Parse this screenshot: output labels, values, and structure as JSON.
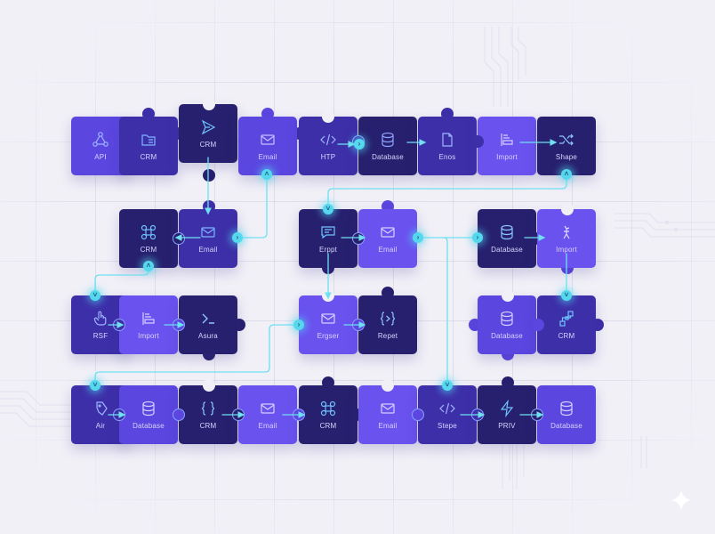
{
  "diagram": {
    "title": "",
    "colors": {
      "background": "#f1f0f7",
      "piece_violet": "#5b46e0",
      "piece_indigo": "#3d2fa8",
      "piece_navy": "#27206e",
      "piece_bright": "#6a52ef",
      "wire_cyan": "#55d8ee",
      "label_text": "#d8d4ff"
    },
    "rows": [
      {
        "name": "row-1",
        "pieces": [
          {
            "label": "API",
            "icon": "share-nodes-icon"
          },
          {
            "label": "CRM",
            "icon": "folder-doc-icon"
          },
          {
            "label": "CRM",
            "icon": "send-icon"
          },
          {
            "label": "Email",
            "icon": "mail-icon"
          },
          {
            "label": "HTP",
            "icon": "code-icon"
          },
          {
            "label": "Database",
            "icon": "database-icon"
          },
          {
            "label": "Enos",
            "icon": "document-icon"
          },
          {
            "label": "Import",
            "icon": "list-icon"
          },
          {
            "label": "Shape",
            "icon": "shuffle-icon"
          }
        ]
      },
      {
        "name": "row-2",
        "pieces": [
          {
            "label": "CRM",
            "icon": "command-icon"
          },
          {
            "label": "Email",
            "icon": "mail-icon"
          },
          {
            "label": "Erppt",
            "icon": "chat-icon"
          },
          {
            "label": "Email",
            "icon": "mail-icon"
          },
          {
            "label": "Database",
            "icon": "database-icon"
          },
          {
            "label": "Import",
            "icon": "branch-icon"
          }
        ]
      },
      {
        "name": "row-3",
        "pieces": [
          {
            "label": "RSF",
            "icon": "hand-pointer-icon"
          },
          {
            "label": "Import",
            "icon": "list-icon"
          },
          {
            "label": "Asura",
            "icon": "terminal-icon"
          },
          {
            "label": "Ergser",
            "icon": "mail-icon"
          },
          {
            "label": "Repet",
            "icon": "braces-play-icon"
          },
          {
            "label": "Database",
            "icon": "database-icon"
          },
          {
            "label": "CRM",
            "icon": "flow-nodes-icon"
          }
        ]
      },
      {
        "name": "row-4",
        "pieces": [
          {
            "label": "Air",
            "icon": "tag-icon"
          },
          {
            "label": "Database",
            "icon": "database-icon"
          },
          {
            "label": "CRM",
            "icon": "braces-icon"
          },
          {
            "label": "Email",
            "icon": "mail-icon"
          },
          {
            "label": "CRM",
            "icon": "command-icon"
          },
          {
            "label": "Email",
            "icon": "mail-icon"
          },
          {
            "label": "Stepe",
            "icon": "code-icon"
          },
          {
            "label": "PRIV",
            "icon": "lightning-icon"
          },
          {
            "label": "Database",
            "icon": "database-icon"
          }
        ]
      }
    ]
  }
}
